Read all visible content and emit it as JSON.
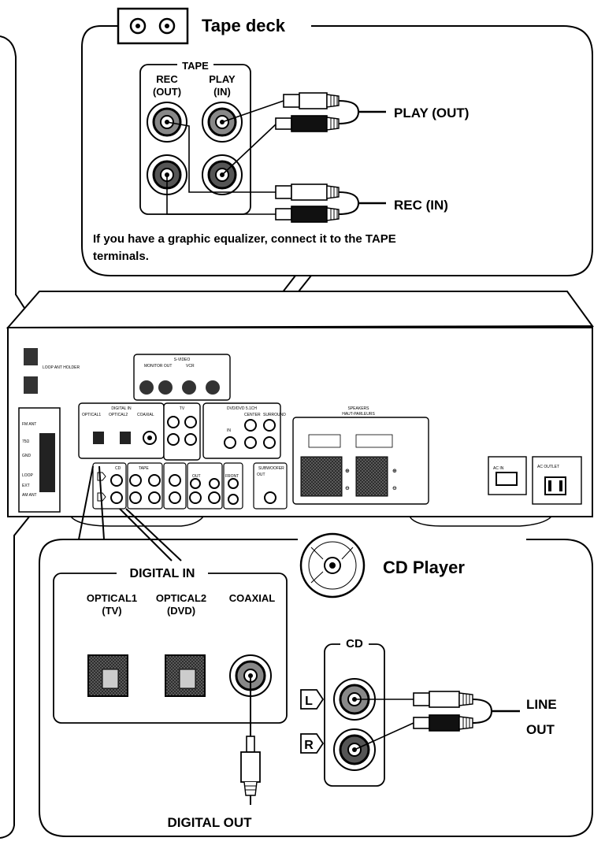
{
  "tape_deck": {
    "title": "Tape deck",
    "panel_label": "TAPE",
    "rec_label": "REC",
    "rec_sub": "(OUT)",
    "play_label": "PLAY",
    "play_sub": "(IN)",
    "cable_play": "PLAY (OUT)",
    "cable_rec": "REC (IN)",
    "note_line1": "If you have a graphic equalizer, connect it to the TAPE",
    "note_line2": "terminals."
  },
  "receiver": {
    "svideo": "S-VIDEO",
    "tv": "TV",
    "vcr": "VCR",
    "monitor_out": "MONITOR OUT",
    "in": "IN",
    "out": "OUT",
    "digital_in": "DIGITAL IN",
    "optical1": "OPTICAL1",
    "optical2": "OPTICAL2",
    "coaxial": "COAXIAL",
    "dvd_51ch": "DVD/DVD 5.1CH",
    "center": "CENTER",
    "surround": "SURROUND",
    "subwoofer": "SUBWOOFER",
    "cd": "CD",
    "tape": "TAPE",
    "front": "FRONT",
    "speakers": "SPEAKERS",
    "speakers_fr": "HAUT-PARLEURS",
    "fm_ant": "FM ANT",
    "ohm": "75Ω",
    "gnd": "GND",
    "loop": "LOOP",
    "ext": "EXT",
    "am_ant": "AM ANT",
    "loop_ant_holder": "LOOP ANT HOLDER",
    "ac_in": "AC IN",
    "ac_outlet": "AC OUTLET"
  },
  "cd_player": {
    "title": "CD Player",
    "digital_in": "DIGITAL IN",
    "optical1": "OPTICAL1",
    "optical1_sub": "(TV)",
    "optical2": "OPTICAL2",
    "optical2_sub": "(DVD)",
    "coaxial": "COAXIAL",
    "cd_label": "CD",
    "l": "L",
    "r": "R",
    "line_out_1": "LINE",
    "line_out_2": "OUT",
    "digital_out": "DIGITAL OUT"
  },
  "colors": {
    "ink": "#000000",
    "paper": "#ffffff",
    "panel_gray": "#dcdcdc",
    "dark": "#1a1a1a"
  }
}
